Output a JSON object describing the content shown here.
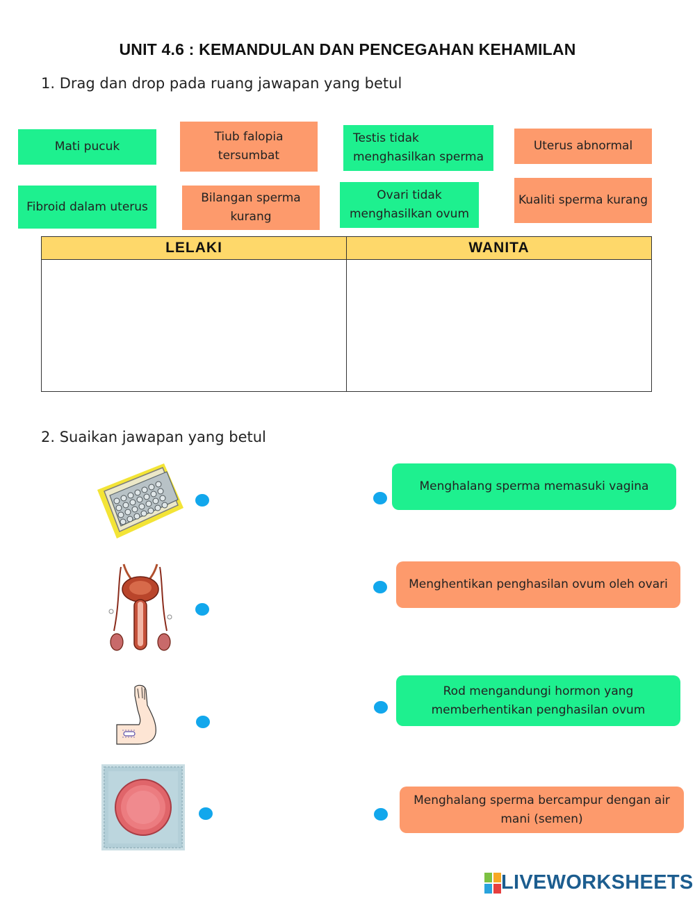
{
  "title": "UNIT 4.6 : KEMANDULAN DAN PENCEGAHAN KEHAMILAN",
  "question1": "1. Drag dan drop pada ruang jawapan yang betul",
  "question2": "2. Suaikan jawapan yang betul",
  "drag_tiles": [
    {
      "label": "Mati pucuk",
      "color": "#1ef08f"
    },
    {
      "label": "Tiub falopia tersumbat",
      "color": "#fd9a6c"
    },
    {
      "label": "Testis tidak menghasilkan sperma",
      "color": "#1ef08f"
    },
    {
      "label": "Uterus abnormal",
      "color": "#fd9a6c"
    },
    {
      "label": "Fibroid dalam uterus",
      "color": "#1ef08f"
    },
    {
      "label": "Bilangan sperma kurang",
      "color": "#fd9a6c"
    },
    {
      "label": "Ovari tidak menghasilkan ovum",
      "color": "#1ef08f"
    },
    {
      "label": "Kualiti sperma kurang",
      "color": "#fd9a6c"
    }
  ],
  "table": {
    "col1": "LELAKI",
    "col2": "WANITA",
    "header_color": "#fed86a"
  },
  "match_images": [
    "pill-pack-icon",
    "male-reproductive-organ-icon",
    "arm-implant-icon",
    "condom-icon"
  ],
  "match_answers": [
    {
      "label": "Menghalang sperma memasuki vagina",
      "color": "#1ef08f"
    },
    {
      "label": "Menghentikan penghasilan ovum oleh ovari",
      "color": "#fd9a6c"
    },
    {
      "label": "Rod mengandungi hormon yang memberhentikan penghasilan ovum",
      "color": "#1ef08f"
    },
    {
      "label": "Menghalang sperma bercampur dengan air mani (semen)",
      "color": "#fd9a6c"
    }
  ],
  "dot_color": "#12a7ec",
  "footer_logo": "LIVEWORKSHEETS"
}
